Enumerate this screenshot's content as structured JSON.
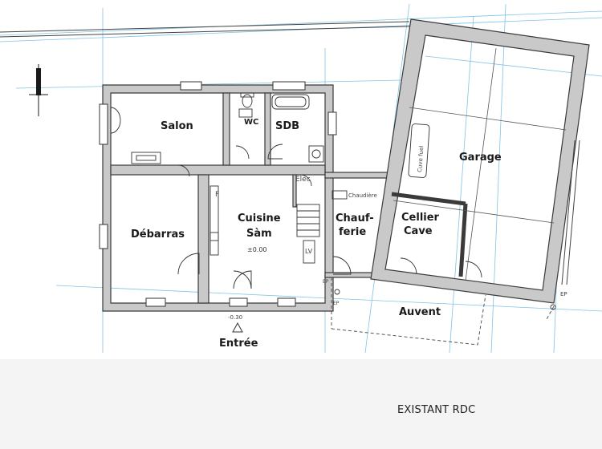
{
  "caption": "EXISTANT RDC",
  "rooms": {
    "salon": "Salon",
    "wc": "WC",
    "sdb": "SDB",
    "debarras": "Débarras",
    "cuisine_line1": "Cuisine",
    "cuisine_line2": "Sàm",
    "cuisine_level": "±0.00",
    "chaufferie_line1": "Chauf-",
    "chaufferie_line2": "ferie",
    "cellier_line1": "Cellier",
    "cellier_line2": "Cave",
    "garage": "Garage",
    "auvent": "Auvent",
    "entree": "Entrée"
  },
  "annotations": {
    "elec": "Elec",
    "chaudiere": "Chaudière",
    "cuve_fuel": "Cuve fuel",
    "lv": "LV",
    "ep_1": "EP",
    "ep_2": "EP",
    "ep_3": "EP",
    "entree_level": "-0.30",
    "frigo": "F"
  },
  "colors": {
    "wall_fill": "#c9c9c9",
    "wall_stroke": "#3a3a3a",
    "guide_lines": "#6cb8e0",
    "sheet": "#ffffff",
    "margin": "#f4f4f4"
  },
  "icons": [
    "north-arrow-icon",
    "entrance-triangle-icon"
  ]
}
